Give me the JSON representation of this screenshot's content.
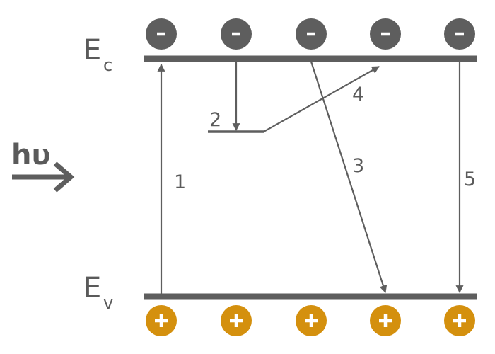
{
  "labels": {
    "conduction_main": "E",
    "conduction_sub": "c",
    "valence_main": "E",
    "valence_sub": "v",
    "photon": "hυ"
  },
  "transitions": [
    {
      "id": "1",
      "label": "1"
    },
    {
      "id": "2",
      "label": "2"
    },
    {
      "id": "3",
      "label": "3"
    },
    {
      "id": "4",
      "label": "4"
    },
    {
      "id": "5",
      "label": "5"
    }
  ],
  "carriers": {
    "electron_count": 5,
    "hole_count": 5,
    "electron_color": "#5e5e5e",
    "hole_color": "#d4900e",
    "electron_symbol": "−",
    "hole_symbol": "+"
  },
  "colors": {
    "line": "#5e5e5e",
    "text": "#5a5a5a"
  }
}
